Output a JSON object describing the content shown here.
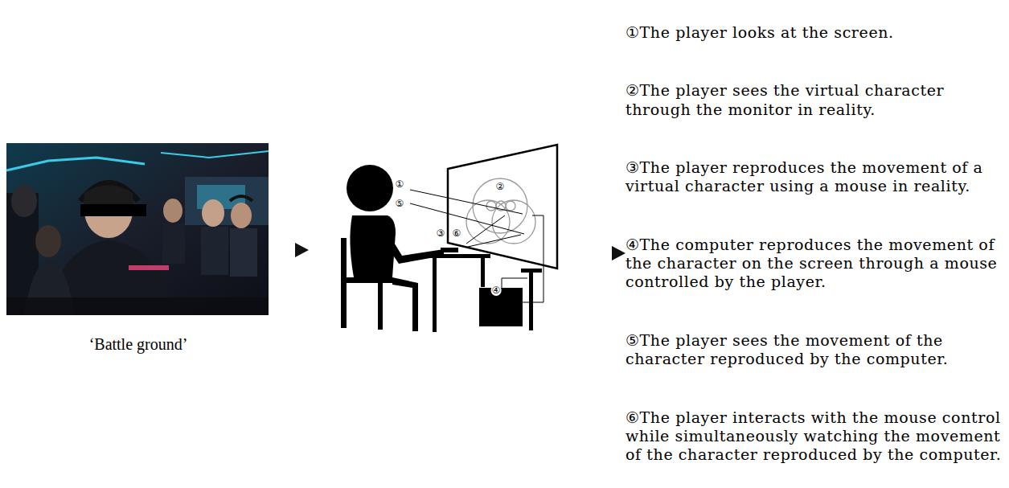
{
  "diagram": {
    "nodes": [
      {
        "text": [
          "‘Battle ground’"
        ]
      },
      {
        "text": [
          "①",
          "②",
          "⑤",
          "③",
          "⑥",
          "④"
        ]
      },
      {
        "text": [
          "①The player looks at the screen.",
          "②The player sees the virtual character through the monitor in reality.",
          "③The player reproduces the movement of a virtual character using a mouse in reality.",
          "④The computer reproduces the movement of the character on the screen through a mouse controlled by the player.",
          "⑤The player sees the movement of the character reproduced by the computer.",
          "⑥The player interacts with the mouse control while simultaneously watching the movement of the character reproduced by the computer."
        ]
      }
    ],
    "edges": [
      {
        "from": 0,
        "to": 1,
        "arrow": "to"
      },
      {
        "from": 1,
        "to": 2,
        "arrow": "to"
      }
    ]
  }
}
